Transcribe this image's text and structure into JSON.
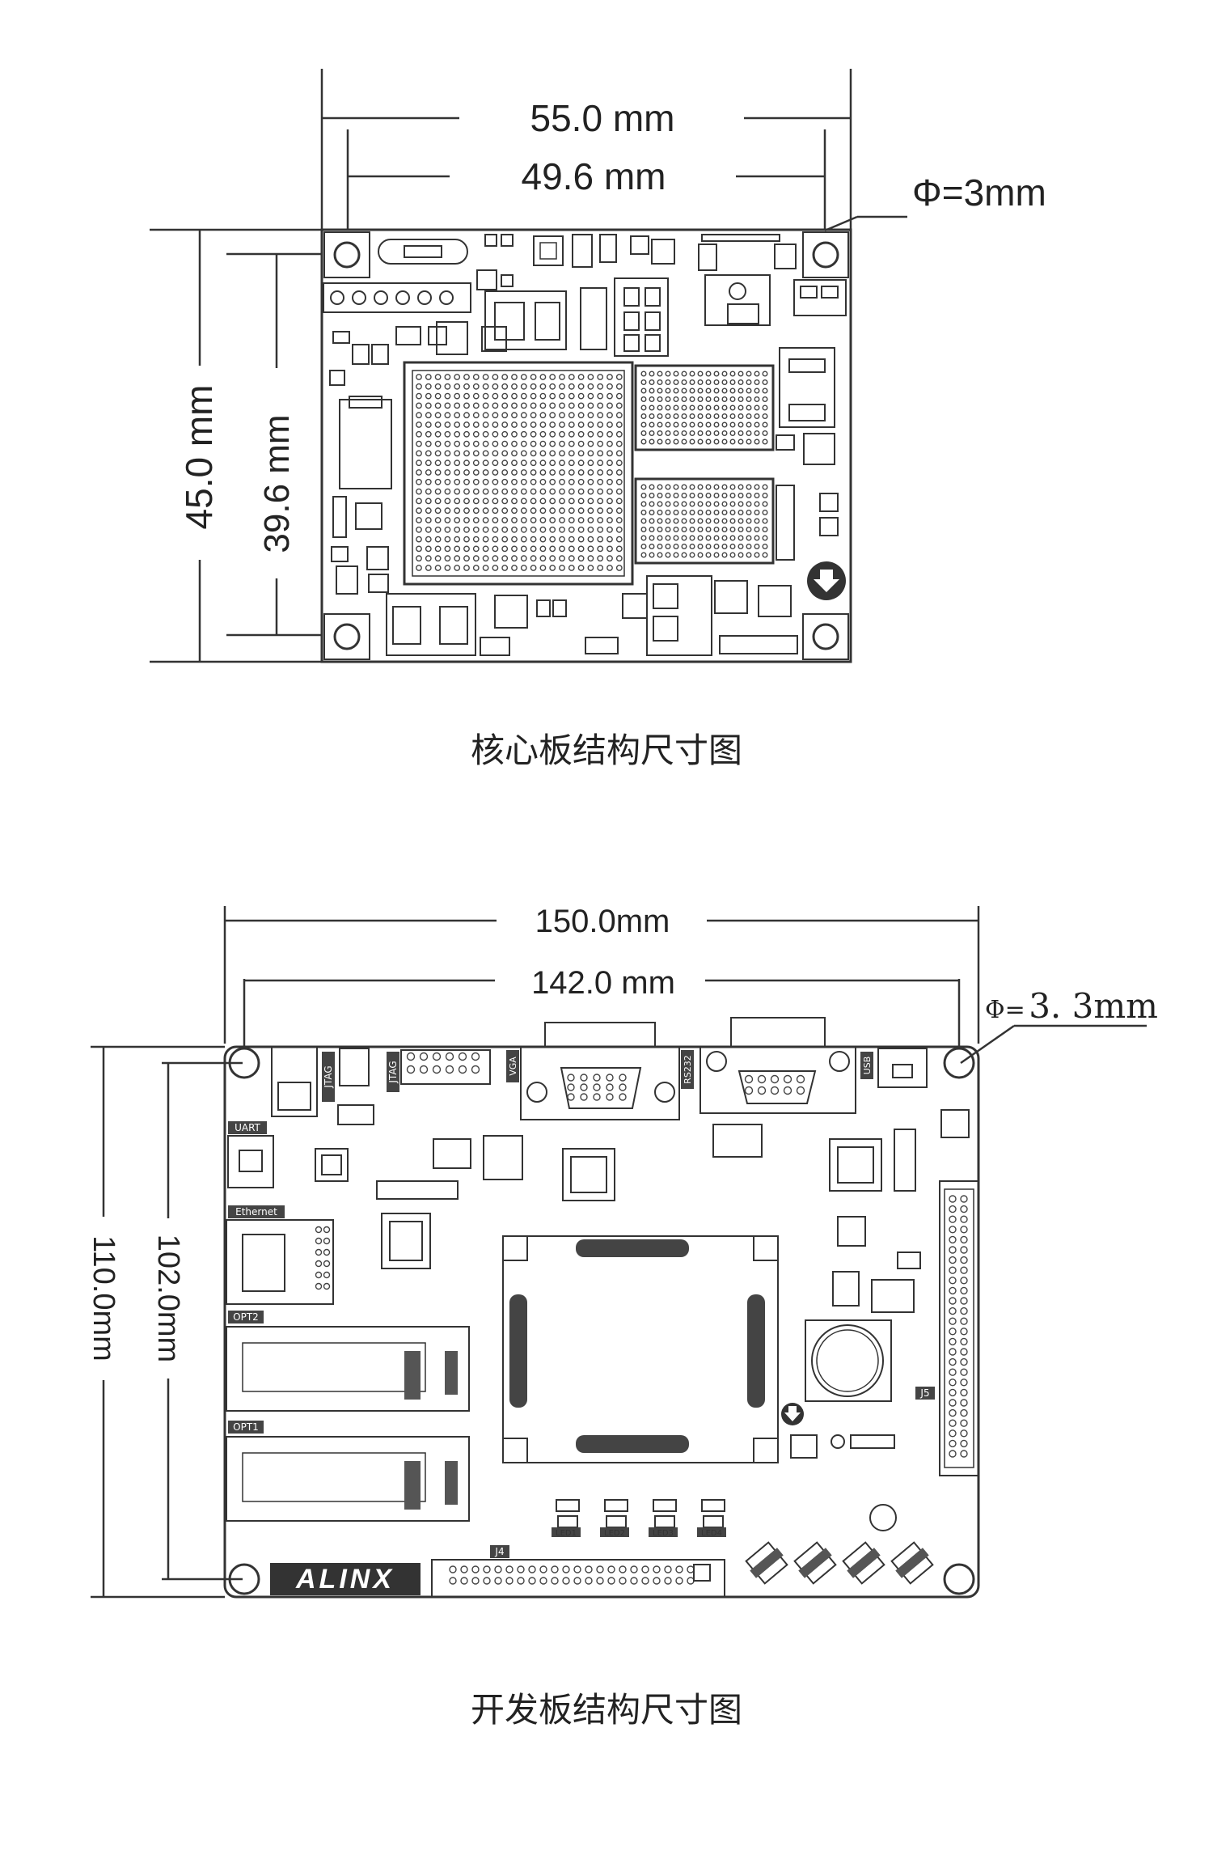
{
  "core_board": {
    "width_outer": "55.0 mm",
    "width_inner": "49.6 mm",
    "height_outer": "45.0 mm",
    "height_inner": "39.6 mm",
    "hole_diameter": "Φ=3mm",
    "caption": "核心板结构尺寸图"
  },
  "dev_board": {
    "width_outer": "150.0mm",
    "width_inner": "142.0 mm",
    "height_outer": "110.0mm",
    "height_inner": "102.0mm",
    "hole_diameter_prefix": "Φ=",
    "hole_diameter_value": "3. 3mm",
    "caption": "开发板结构尺寸图",
    "brand": "ALINX",
    "labels": {
      "jtag": "JTAG",
      "vga": "VGA",
      "rs232": "RS232",
      "usb": "USB",
      "uart": "UART",
      "ethernet": "Ethernet",
      "opt2": "OPT2",
      "opt1": "OPT1",
      "j4": "J4",
      "j5": "J5",
      "led1": "LED1",
      "led2": "LED2",
      "led3": "LED3",
      "led4": "LED4"
    }
  }
}
